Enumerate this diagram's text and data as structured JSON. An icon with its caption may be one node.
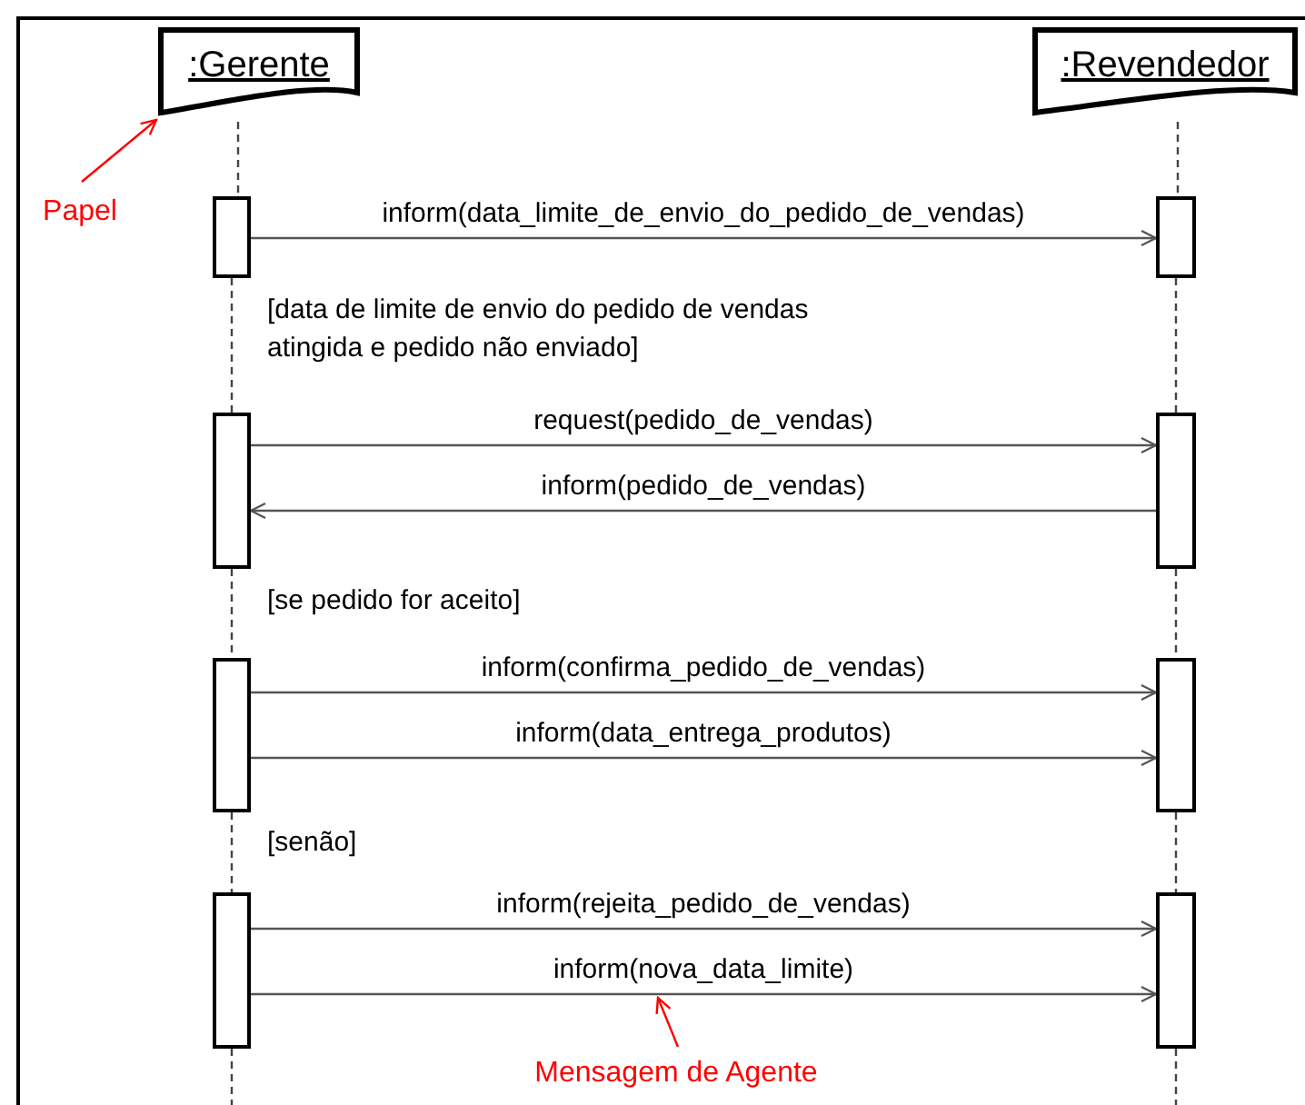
{
  "diagram": {
    "nodes": [
      {
        "text": [
          ":Gerente"
        ]
      },
      {
        "text": [
          ":Revendedor"
        ]
      },
      {
        "text": [
          "Papel"
        ]
      },
      {
        "text": [
          "Mensagem de Agente"
        ]
      },
      {
        "text": [],
        "shape": "bar"
      },
      {
        "text": [],
        "shape": "bar"
      },
      {
        "text": [],
        "shape": "bar"
      },
      {
        "text": [],
        "shape": "bar"
      },
      {
        "text": [],
        "shape": "bar"
      },
      {
        "text": [],
        "shape": "bar"
      },
      {
        "text": [],
        "shape": "bar"
      },
      {
        "text": [],
        "shape": "bar"
      }
    ],
    "edges": [
      {
        "from": 4,
        "to": 8,
        "arrow": "to",
        "label": "inform(data_limite_de_envio_do_pedido_de_vendas)"
      },
      {
        "from": 5,
        "to": 9,
        "arrow": "to",
        "label": "request(pedido_de_vendas)"
      },
      {
        "from": 9,
        "to": 5,
        "arrow": "to",
        "label": "inform(pedido_de_vendas)"
      },
      {
        "from": 6,
        "to": 10,
        "arrow": "to",
        "label": "inform(confirma_pedido_de_vendas)"
      },
      {
        "from": 6,
        "to": 10,
        "arrow": "to",
        "label": "inform(data_entrega_produtos)"
      },
      {
        "from": 7,
        "to": 11,
        "arrow": "to",
        "label": "inform(rejeita_pedido_de_vendas)"
      },
      {
        "from": 7,
        "to": 11,
        "arrow": "to",
        "label": "inform(nova_data_limite)"
      },
      {
        "from": 2,
        "to": 0,
        "arrow": "to",
        "color": "#ff0000"
      },
      {
        "from": 3,
        "to": null,
        "arrow": "to",
        "color": "#ff0000"
      },
      {
        "from": 0,
        "to": 4,
        "arrow": "none",
        "style": "dashed"
      },
      {
        "from": 4,
        "to": 5,
        "arrow": "none",
        "style": "dashed"
      },
      {
        "from": 5,
        "to": 6,
        "arrow": "none",
        "style": "dashed"
      },
      {
        "from": 6,
        "to": 7,
        "arrow": "none",
        "style": "dashed"
      },
      {
        "from": 7,
        "to": null,
        "arrow": "none",
        "style": "dashed"
      },
      {
        "from": 1,
        "to": 8,
        "arrow": "none",
        "style": "dashed"
      },
      {
        "from": 8,
        "to": 9,
        "arrow": "none",
        "style": "dashed"
      },
      {
        "from": 9,
        "to": 10,
        "arrow": "none",
        "style": "dashed"
      },
      {
        "from": 10,
        "to": 11,
        "arrow": "none",
        "style": "dashed"
      },
      {
        "from": 11,
        "to": null,
        "arrow": "none",
        "style": "dashed"
      }
    ],
    "labels": [
      "[data de limite de envio do pedido de vendas atingida e pedido não enviado]",
      "[se pedido for aceito]",
      "[senão]"
    ]
  }
}
